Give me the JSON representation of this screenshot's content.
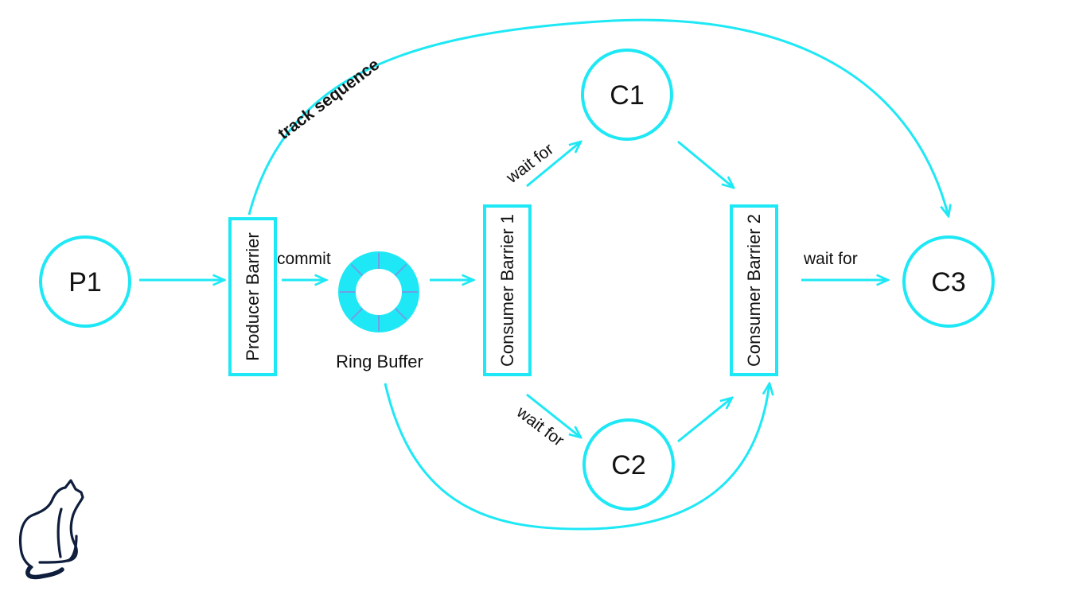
{
  "colors": {
    "accent": "#1ee8f5",
    "ring_divider": "#6fa0e6",
    "text": "#111111",
    "cat_logo": "#0f1e3c"
  },
  "nodes": {
    "p1": "P1",
    "c1": "C1",
    "c2": "C2",
    "c3": "C3"
  },
  "barriers": {
    "producer": "Producer Barrier",
    "consumer1": "Consumer Barrier 1",
    "consumer2": "Consumer Barrier 2"
  },
  "ring_buffer": {
    "label": "Ring Buffer",
    "icon": "ring-buffer-icon"
  },
  "edges": {
    "commit": "commit",
    "track_sequence": "track sequence",
    "wait_for_c1": "wait for",
    "wait_for_c2": "wait for",
    "wait_for_c3": "wait for"
  },
  "logo": {
    "icon": "cat-icon"
  }
}
